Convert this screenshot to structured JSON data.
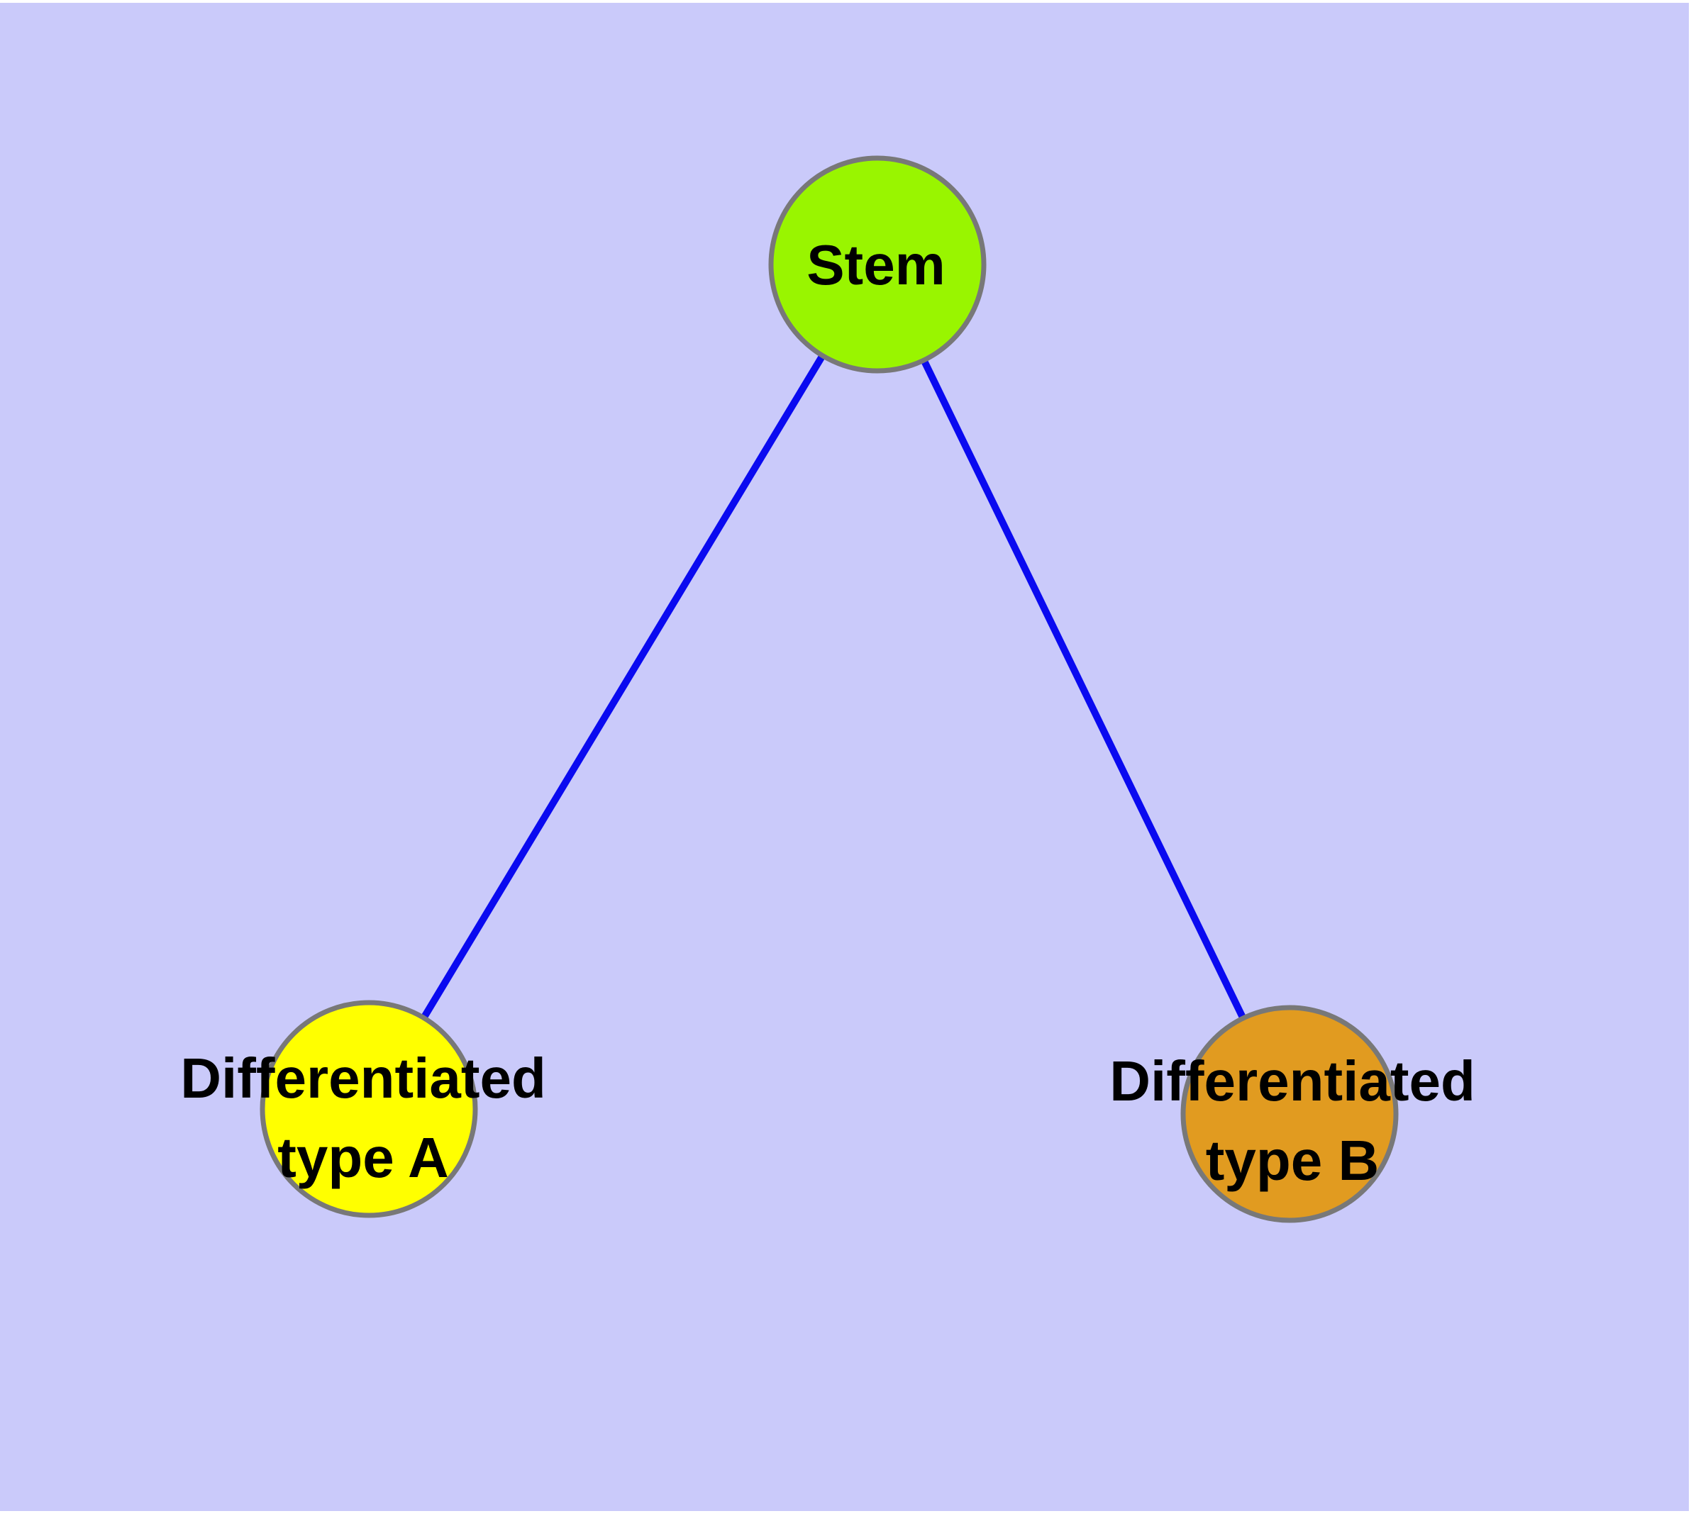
{
  "diagram": {
    "background_color": "#CACAFA",
    "frame_color": "#FFFFFF",
    "edge_color": "#0A0AF0",
    "node_border_color": "#787878",
    "text_color": "#000000",
    "nodes": [
      {
        "id": "stem",
        "label": "Stem",
        "fill": "#99F500"
      },
      {
        "id": "differentiated-type-a",
        "label_line1": "Differentiated",
        "label_line2": "type A",
        "fill": "#FFFF00"
      },
      {
        "id": "differentiated-type-b",
        "label_line1": "Differentiated",
        "label_line2": "type B",
        "fill": "#E19B20"
      }
    ],
    "edges": [
      {
        "from": "Stem",
        "to": "Differentiated type A"
      },
      {
        "from": "Stem",
        "to": "Differentiated type B"
      }
    ]
  }
}
